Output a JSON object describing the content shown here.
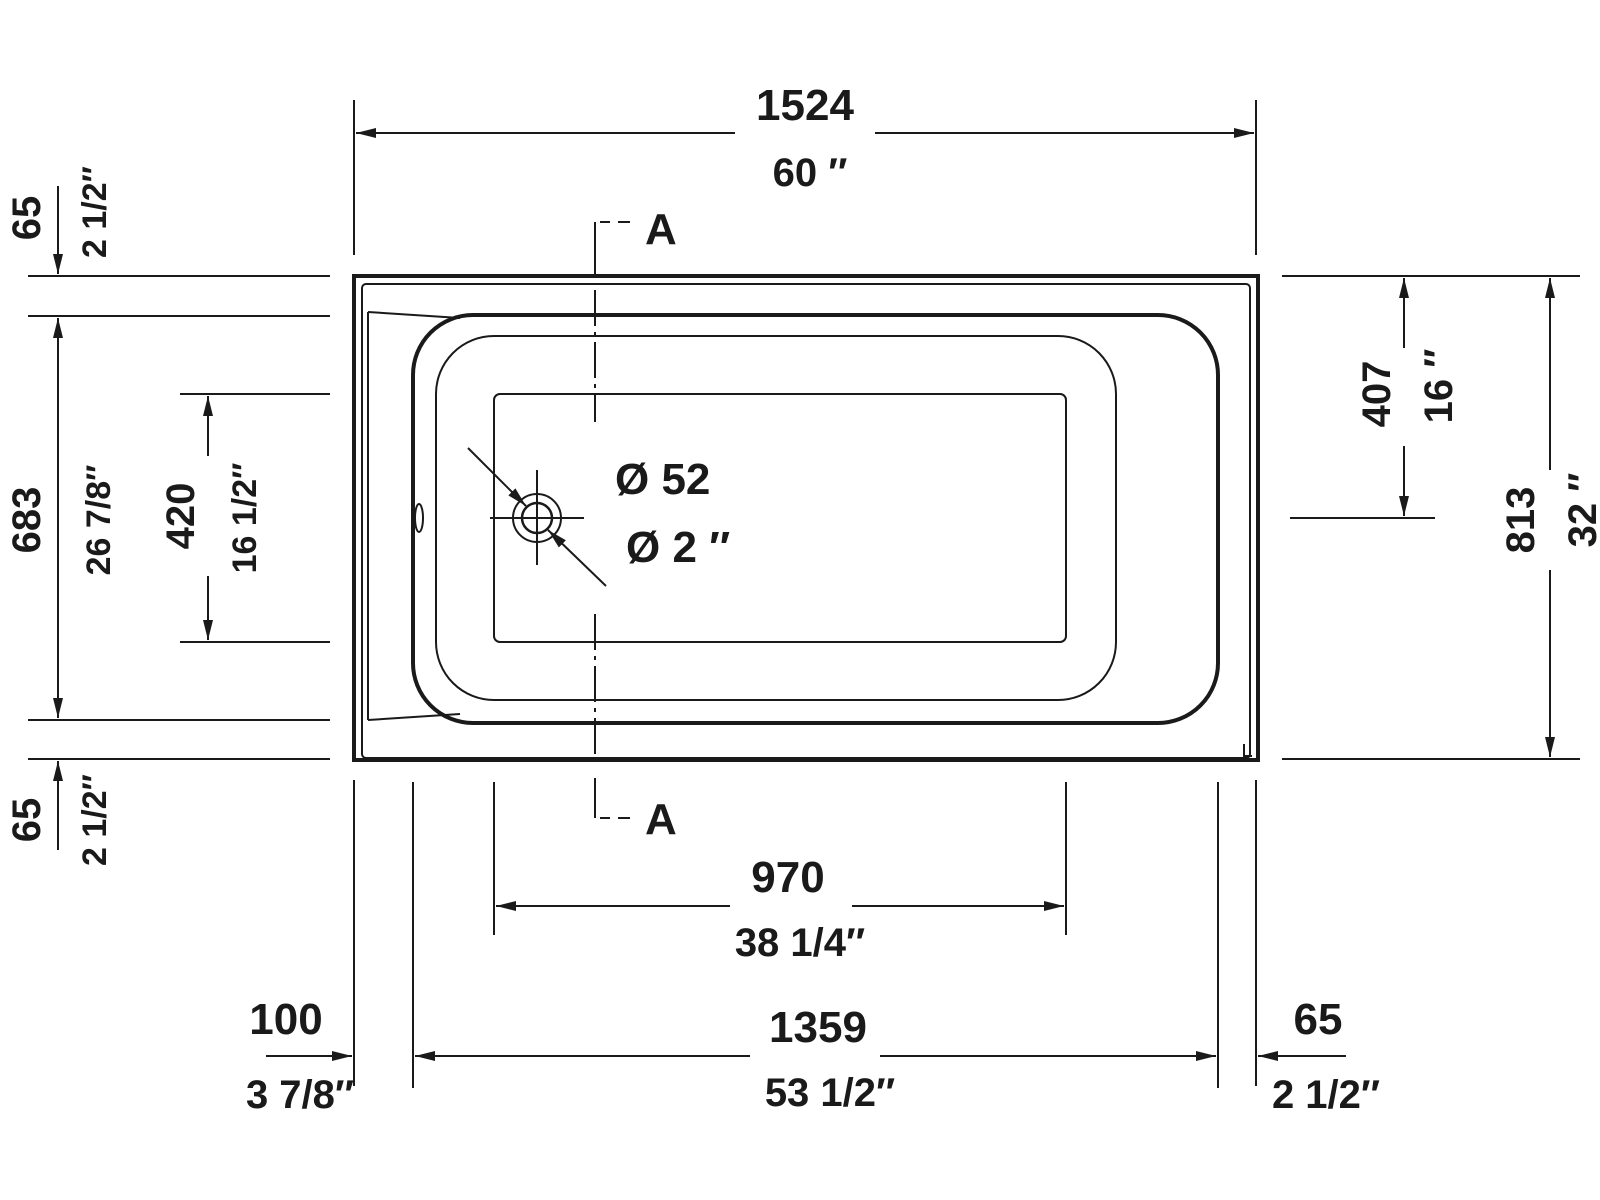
{
  "drawing": {
    "type": "bathtub plan view dimensioned drawing",
    "section_marker": "A",
    "drain": {
      "diameter_mm_label": "Ø 52",
      "diameter_in_label": "Ø 2 ″"
    },
    "dimensions": {
      "overall_width": {
        "mm": "1524",
        "in": "60 ″"
      },
      "overall_depth": {
        "mm": "813",
        "in": "32 ″"
      },
      "top_rim": {
        "mm": "65",
        "in": "2 1/2″"
      },
      "bottom_rim": {
        "mm": "65",
        "in": "2 1/2″"
      },
      "inner_depth": {
        "mm": "683",
        "in": "26 7/8″"
      },
      "floor_depth": {
        "mm": "420",
        "in": "16 1/2″"
      },
      "drain_offset": {
        "mm": "407",
        "in": "16 ″"
      },
      "floor_length": {
        "mm": "970",
        "in": "38 1/4″"
      },
      "inner_length": {
        "mm": "1359",
        "in": "53 1/2″"
      },
      "left_rim": {
        "mm": "100",
        "in": "3 7/8″"
      },
      "right_rim": {
        "mm": "65",
        "in": "2 1/2″"
      }
    }
  }
}
